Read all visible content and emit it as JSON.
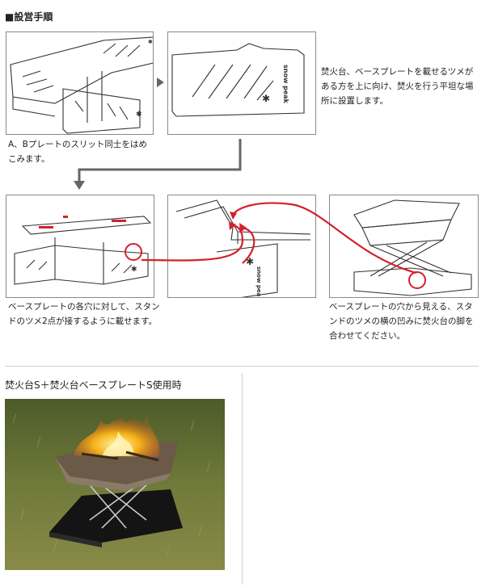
{
  "section_title": "■設営手順",
  "steps": {
    "step1_caption": "A、Bプレートのスリット同士をはめこみます。",
    "step2_caption": "焚火台、ベースプレートを載せるツメがある方を上に向け、焚火を行う平坦な場所に設置します。",
    "step3_caption": "ベースプレートの各穴に対して、スタンドのツメ2点が接するように載せます。",
    "step4_caption": "ベースプレートの穴から見える、スタンドのツメの横の凹みに焚火台の脚を合わせてください。"
  },
  "brand_mark": "snow peak",
  "photo_title": "焚火台S＋焚火台ベースプレートS使用時",
  "colors": {
    "highlight": "#d4202a",
    "arrow": "#666666",
    "frame": "#8a8a8a"
  }
}
